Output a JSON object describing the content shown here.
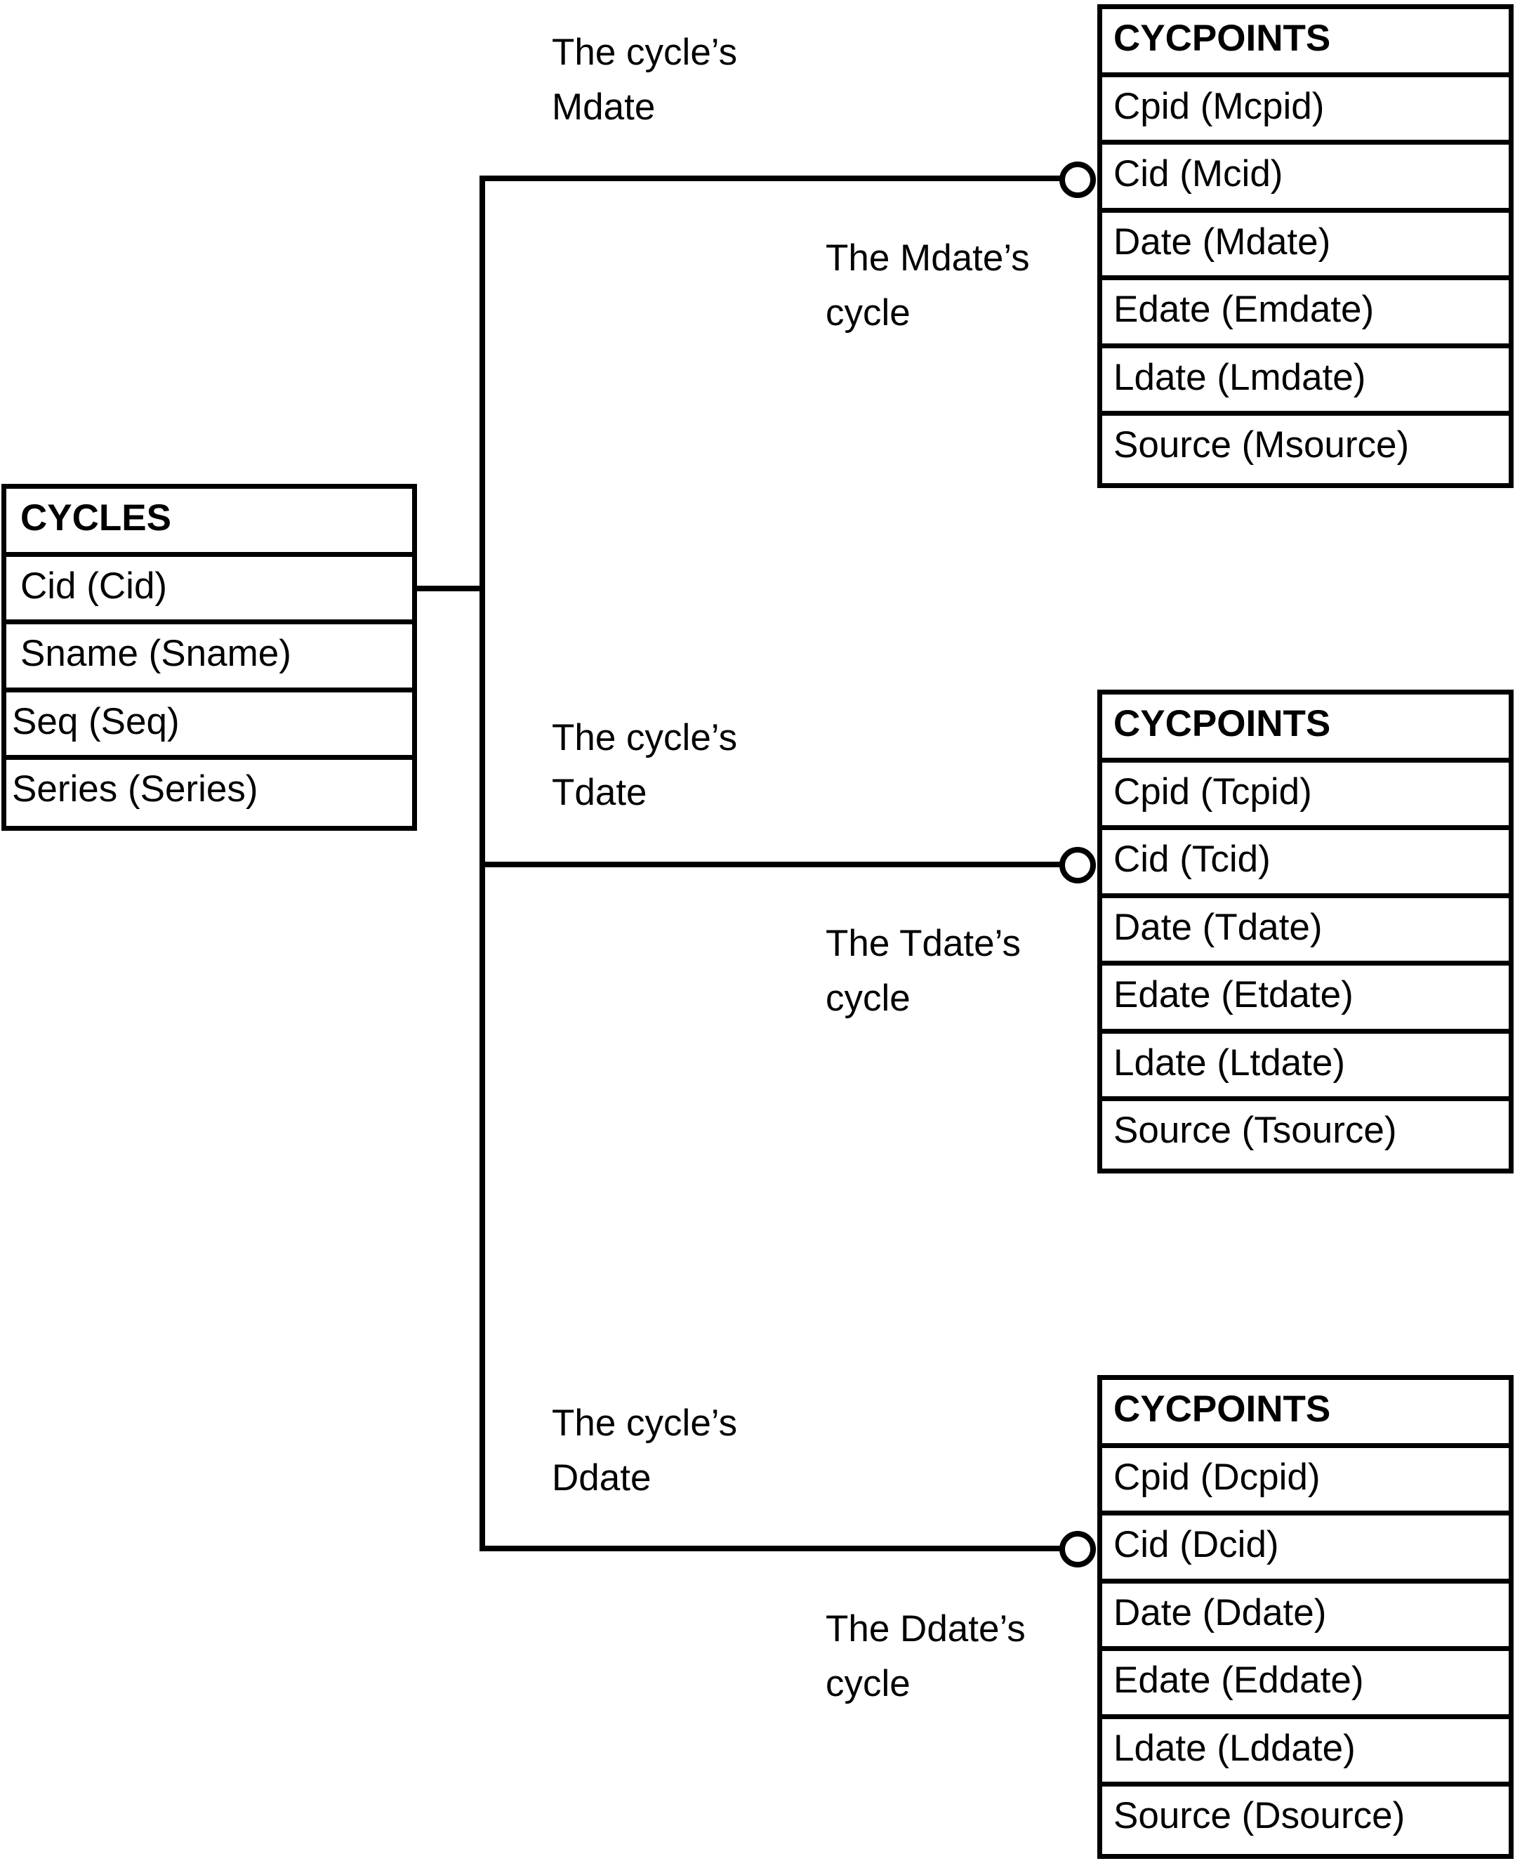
{
  "entities": {
    "cycles": {
      "title": "CYCLES",
      "fields": [
        "Cid (Cid)",
        "Sname (Sname)",
        "Seq (Seq)",
        "Series (Series)"
      ]
    },
    "cycpoints_m": {
      "title": "CYCPOINTS",
      "fields": [
        "Cpid (Mcpid)",
        "Cid (Mcid)",
        "Date (Mdate)",
        "Edate (Emdate)",
        "Ldate (Lmdate)",
        "Source (Msource)"
      ]
    },
    "cycpoints_t": {
      "title": "CYCPOINTS",
      "fields": [
        "Cpid (Tcpid)",
        "Cid (Tcid)",
        "Date (Tdate)",
        "Edate (Etdate)",
        "Ldate (Ltdate)",
        "Source (Tsource)"
      ]
    },
    "cycpoints_d": {
      "title": "CYCPOINTS",
      "fields": [
        "Cpid (Dcpid)",
        "Cid (Dcid)",
        "Date (Ddate)",
        "Edate (Eddate)",
        "Ldate (Lddate)",
        "Source (Dsource)"
      ]
    }
  },
  "relationships": {
    "m": {
      "forward": [
        "The cycle’s",
        "Mdate"
      ],
      "reverse": [
        "The Mdate’s",
        "cycle"
      ]
    },
    "t": {
      "forward": [
        "The cycle’s",
        "Tdate"
      ],
      "reverse": [
        "The Tdate’s",
        "cycle"
      ]
    },
    "d": {
      "forward": [
        "The cycle’s",
        "Ddate"
      ],
      "reverse": [
        "The Ddate’s",
        "cycle"
      ]
    }
  },
  "colors": {
    "line": "#000000",
    "background": "#ffffff"
  }
}
